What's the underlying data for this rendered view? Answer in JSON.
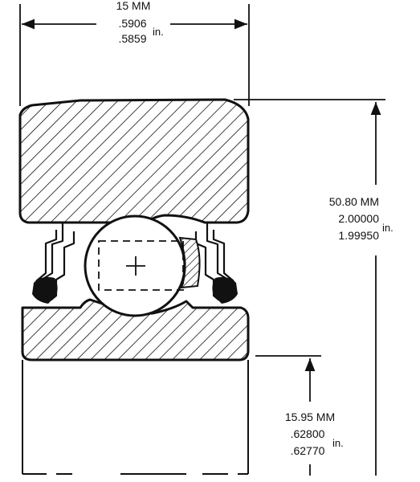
{
  "dimensions": {
    "width": {
      "mm": "15 MM",
      "max": ".5906",
      "min": ".5859",
      "unit": "in."
    },
    "outer_diameter": {
      "mm": "50.80 MM",
      "max": "2.00000",
      "min": "1.99950",
      "unit": "in."
    },
    "bore": {
      "mm": "15.95 MM",
      "max": ".62800",
      "min": ".62770",
      "unit": "in."
    }
  },
  "colors": {
    "line": "#111111",
    "background": "#ffffff"
  }
}
